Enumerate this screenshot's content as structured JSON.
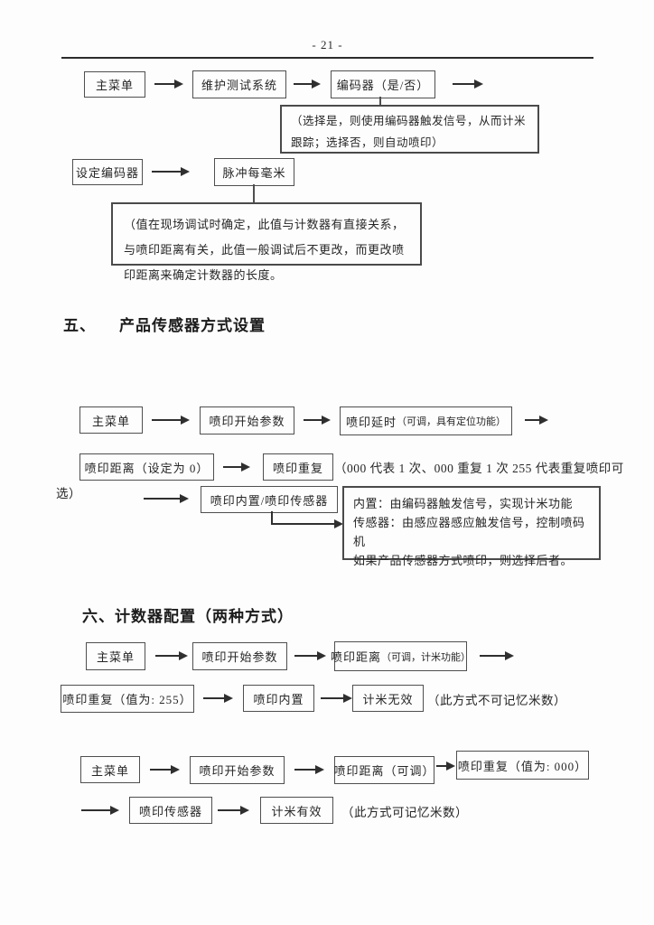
{
  "header": {
    "page_number": "- 21 -"
  },
  "encoder_flow": {
    "main_menu": "主菜单",
    "maintenance_system": "维护测试系统",
    "encoder_yesno": "编码器（是/否）",
    "note_encoder": "（选择是，则使用编码器触发信号，从而计米跟踪；选择否，则自动喷印）",
    "set_encoder": "设定编码器",
    "pulse_per_mm": "脉冲每毫米",
    "note_pulse": "（值在现场调试时确定，此值与计数器有直接关系，与喷印距离有关，此值一般调试后不更改，而更改喷印距离来确定计数器的长度。"
  },
  "section5": {
    "heading_num": "五、",
    "heading_title": "产品传感器方式设置",
    "main_menu": "主菜单",
    "print_start_params": "喷印开始参数",
    "print_delay_main": "喷印延时",
    "print_delay_sub": "（可调，具有定位功能）",
    "print_distance_zero": "喷印距离（设定为 0）",
    "print_repeat": "喷印重复",
    "repeat_note_line1": "（000 代表 1 次、000 重复 1 次  255 代表重复喷印可",
    "repeat_note_line2": "选）",
    "builtin_or_sensor": "喷印内置/喷印传感器",
    "note_lines": [
      "内置：由编码器触发信号，实现计米功能",
      "传感器：由感应器感应触发信号，控制喷码机",
      "如果产品传感器方式喷印，则选择后者。"
    ]
  },
  "section6": {
    "heading": "六、计数器配置（两种方式）",
    "flow_a": {
      "main_menu": "主菜单",
      "print_start_params": "喷印开始参数",
      "print_distance_main": "喷印距离",
      "print_distance_sub": "（可调，计米功能）",
      "print_repeat_255": "喷印重复（值为: 255）",
      "print_builtin": "喷印内置",
      "meter_invalid": "计米无效",
      "note": "（此方式不可记忆米数）"
    },
    "flow_b": {
      "main_menu": "主菜单",
      "print_start_params": "喷印开始参数",
      "print_distance_adj": "喷印距离（可调）",
      "print_repeat_000": "喷印重复（值为: 000）",
      "print_sensor": "喷印传感器",
      "meter_valid": "计米有效",
      "note": "（此方式可记忆米数）"
    }
  },
  "colors": {
    "ink": "#2d2d2d",
    "border": "#4f4f4f",
    "background": "#fdfdfd"
  }
}
